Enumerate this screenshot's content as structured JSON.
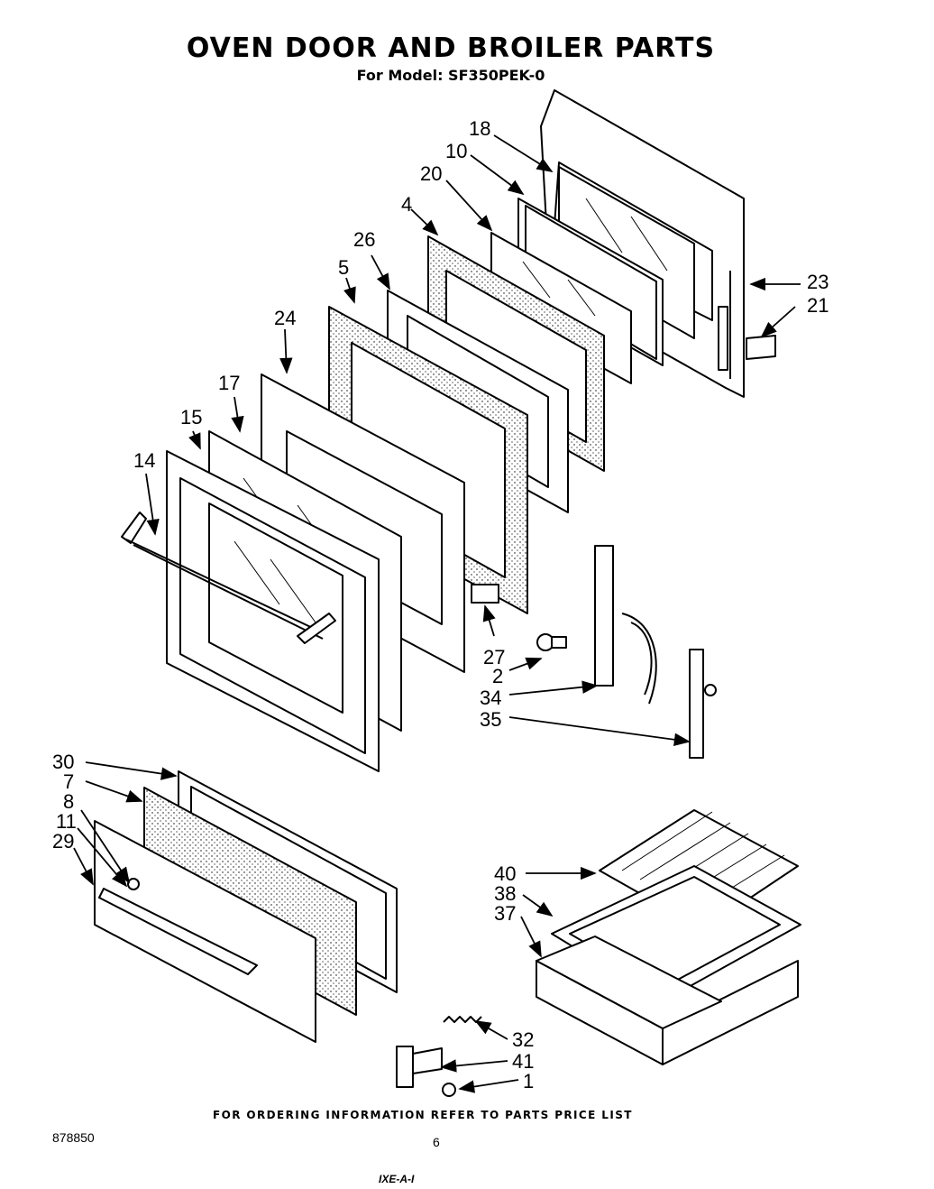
{
  "header": {
    "title": "OVEN DOOR AND BROILER PARTS",
    "model_line": "For Model: SF350PEK-0"
  },
  "callouts": [
    {
      "id": "c18",
      "label": "18"
    },
    {
      "id": "c10",
      "label": "10"
    },
    {
      "id": "c20",
      "label": "20"
    },
    {
      "id": "c4",
      "label": "4"
    },
    {
      "id": "c26",
      "label": "26"
    },
    {
      "id": "c5",
      "label": "5"
    },
    {
      "id": "c24",
      "label": "24"
    },
    {
      "id": "c17",
      "label": "17"
    },
    {
      "id": "c15",
      "label": "15"
    },
    {
      "id": "c14",
      "label": "14"
    },
    {
      "id": "c23",
      "label": "23"
    },
    {
      "id": "c21",
      "label": "21"
    },
    {
      "id": "c27",
      "label": "27"
    },
    {
      "id": "c2",
      "label": "2"
    },
    {
      "id": "c34",
      "label": "34"
    },
    {
      "id": "c35",
      "label": "35"
    },
    {
      "id": "c30",
      "label": "30"
    },
    {
      "id": "c7",
      "label": "7"
    },
    {
      "id": "c8",
      "label": "8"
    },
    {
      "id": "c11",
      "label": "11"
    },
    {
      "id": "c29",
      "label": "29"
    },
    {
      "id": "c40",
      "label": "40"
    },
    {
      "id": "c38",
      "label": "38"
    },
    {
      "id": "c37",
      "label": "37"
    },
    {
      "id": "c32",
      "label": "32"
    },
    {
      "id": "c41",
      "label": "41"
    },
    {
      "id": "c1",
      "label": "1"
    }
  ],
  "footer": {
    "ordering_note": "FOR ORDERING INFORMATION REFER TO PARTS PRICE LIST",
    "document_number": "878850",
    "page_number": "6",
    "handwritten": "IXE-A-I"
  }
}
